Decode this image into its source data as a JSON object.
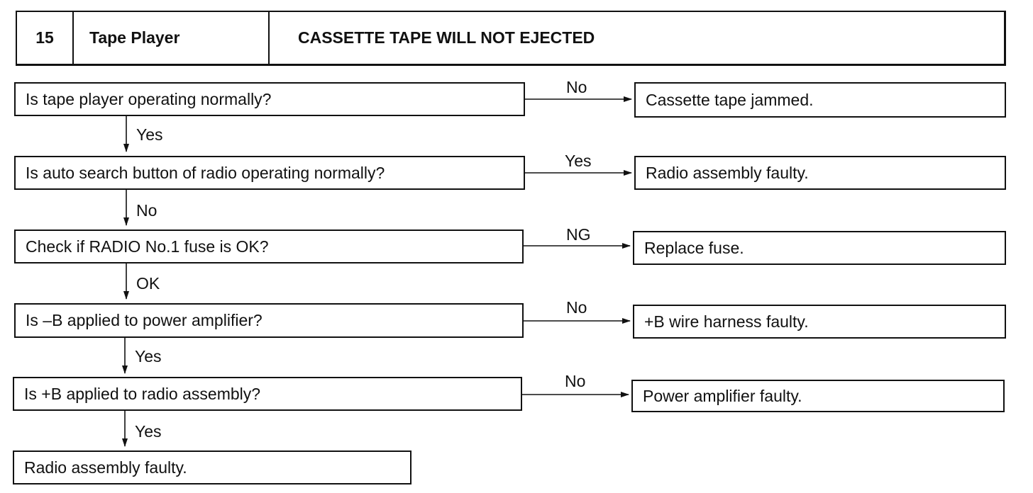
{
  "header": {
    "number": "15",
    "section": "Tape Player",
    "title": "CASSETTE TAPE WILL NOT EJECTED"
  },
  "steps": [
    {
      "question": "Is tape player operating normally?",
      "branch_label": "No",
      "result": "Cassette tape jammed.",
      "down_label": "Yes"
    },
    {
      "question": "Is auto search button of radio operating normally?",
      "branch_label": "Yes",
      "result": "Radio assembly faulty.",
      "down_label": "No"
    },
    {
      "question": "Check if RADIO No.1 fuse is OK?",
      "branch_label": "NG",
      "result": "Replace fuse.",
      "down_label": "OK"
    },
    {
      "question": "Is –B applied to power amplifier?",
      "branch_label": "No",
      "result": "+B wire harness faulty.",
      "down_label": "Yes"
    },
    {
      "question": "Is +B applied to radio assembly?",
      "branch_label": "No",
      "result": "Power amplifier faulty.",
      "down_label": "Yes"
    }
  ],
  "final": {
    "text": "Radio assembly faulty."
  },
  "colors": {
    "line": "#111111",
    "background": "#ffffff"
  }
}
